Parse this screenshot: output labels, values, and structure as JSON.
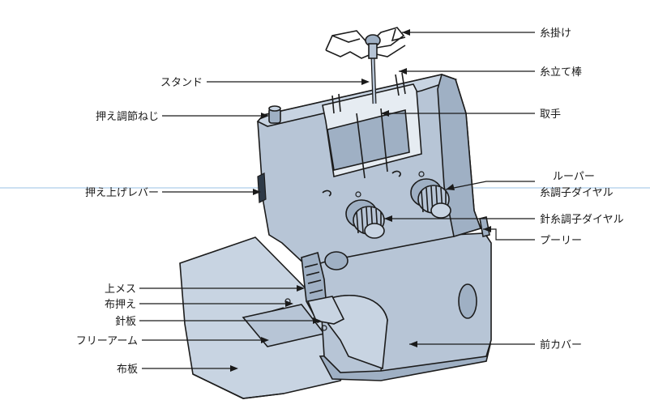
{
  "colors": {
    "machine_fill": "#b7c5d6",
    "outline": "#1c1c1c",
    "guide_line": "#6fa8dc"
  },
  "labels": {
    "thread_guide": "糸掛け",
    "spool_pin": "糸立て棒",
    "stand": "スタンド",
    "presser_screw": "押え調節ねじ",
    "handle": "取手",
    "presser_lever": "押え上げレバー",
    "looper_dial_1": "ルーパー",
    "looper_dial_2": "糸調子ダイヤル",
    "needle_dial": "針糸調子ダイヤル",
    "pulley": "プーリー",
    "upper_knife": "上メス",
    "presser_foot": "布押え",
    "needle_plate": "針板",
    "free_arm": "フリーアーム",
    "cloth_plate": "布板",
    "front_cover": "前カバー"
  }
}
